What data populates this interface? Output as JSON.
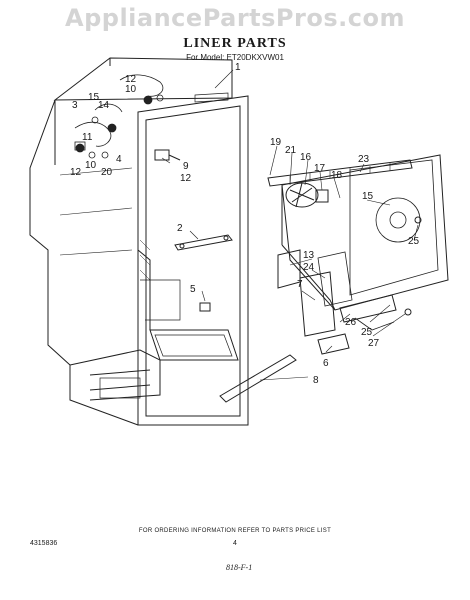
{
  "watermark": "AppliancePartsPros.com",
  "title": "LINER PARTS",
  "model_line": "For Model: ET20DKXVW01",
  "callouts": [
    {
      "id": "c1",
      "text": "1"
    },
    {
      "id": "c12a",
      "text": "12"
    },
    {
      "id": "c10a",
      "text": "10"
    },
    {
      "id": "c3",
      "text": "3"
    },
    {
      "id": "c15a",
      "text": "15"
    },
    {
      "id": "c14",
      "text": "14"
    },
    {
      "id": "c11",
      "text": "11"
    },
    {
      "id": "c10b",
      "text": "10"
    },
    {
      "id": "c4",
      "text": "4"
    },
    {
      "id": "c12b",
      "text": "12"
    },
    {
      "id": "c20",
      "text": "20"
    },
    {
      "id": "c9",
      "text": "9"
    },
    {
      "id": "c12c",
      "text": "12"
    },
    {
      "id": "c19",
      "text": "19"
    },
    {
      "id": "c21",
      "text": "21"
    },
    {
      "id": "c16",
      "text": "16"
    },
    {
      "id": "c17",
      "text": "17"
    },
    {
      "id": "c18",
      "text": "18"
    },
    {
      "id": "c23",
      "text": "23"
    },
    {
      "id": "c15b",
      "text": "15"
    },
    {
      "id": "c2",
      "text": "2"
    },
    {
      "id": "c13",
      "text": "13"
    },
    {
      "id": "c24",
      "text": "24"
    },
    {
      "id": "c25a",
      "text": "25"
    },
    {
      "id": "c5",
      "text": "5"
    },
    {
      "id": "c7",
      "text": "7"
    },
    {
      "id": "c26",
      "text": "26"
    },
    {
      "id": "c25b",
      "text": "25"
    },
    {
      "id": "c27",
      "text": "27"
    },
    {
      "id": "c6",
      "text": "6"
    },
    {
      "id": "c8",
      "text": "8"
    }
  ],
  "footer": "FOR ORDERING INFORMATION REFER TO PARTS PRICE LIST",
  "doc_number": "4315836",
  "page_number": "4",
  "figure_code": "818-F-1"
}
